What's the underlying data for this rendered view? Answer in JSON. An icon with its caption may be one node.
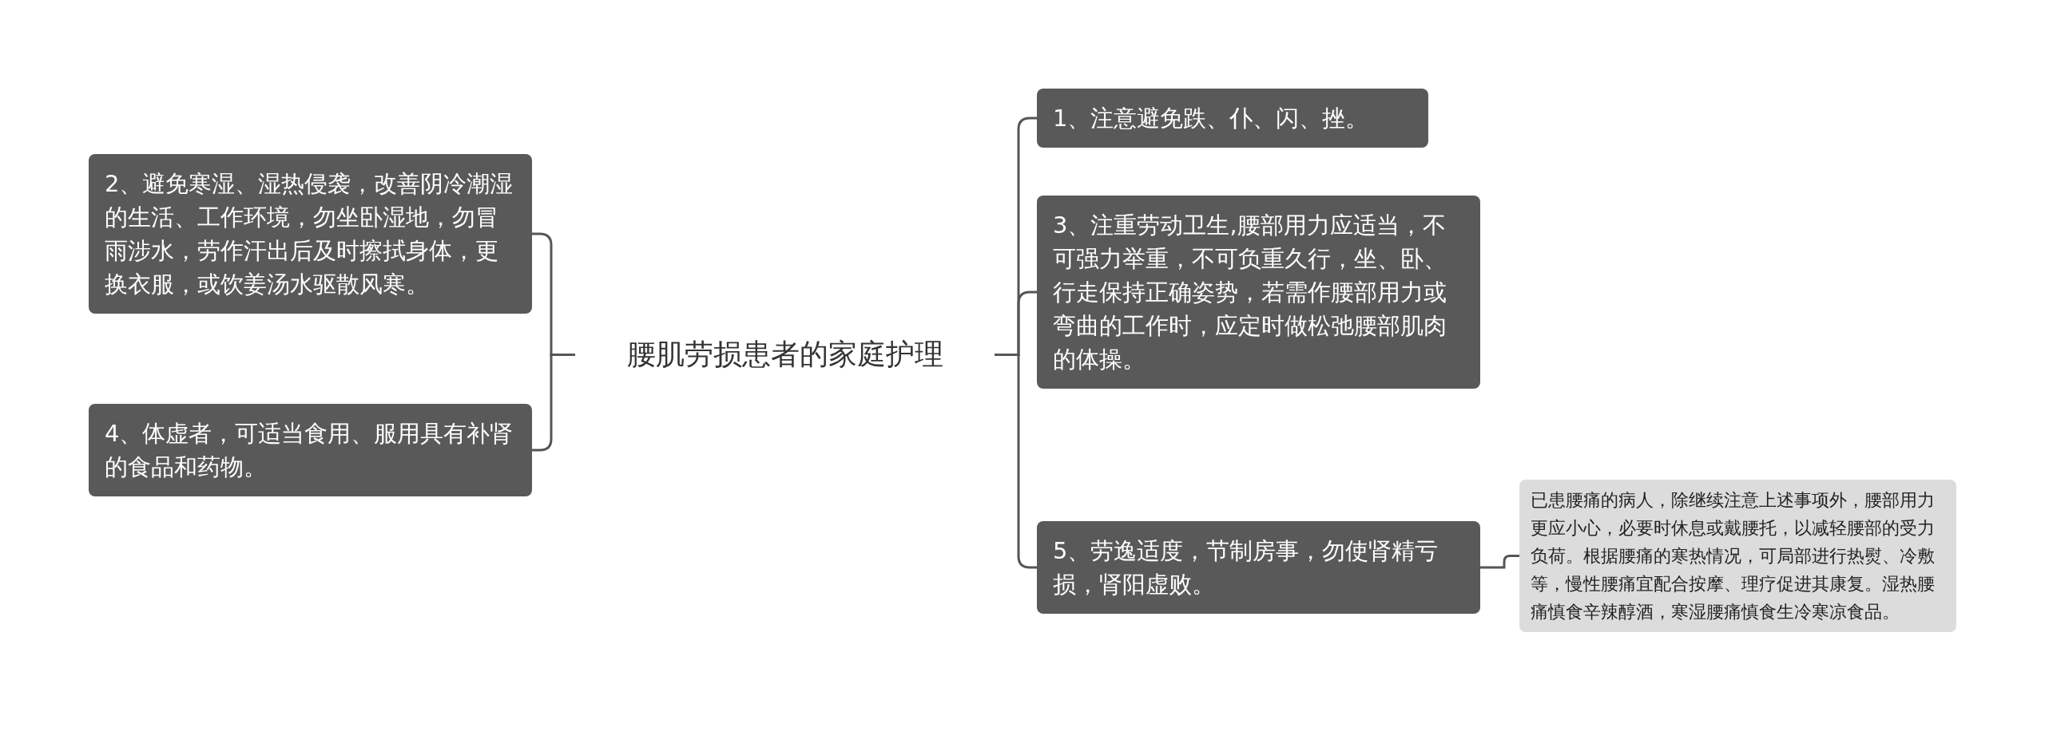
{
  "diagram": {
    "nodes": [
      {
        "text": [
          "腰肌劳损患者的家庭护理"
        ]
      },
      {
        "text": [
          "2、避免寒湿、湿热侵袭，改善阴冷潮湿的生活、工作环境，勿坐卧湿地，勿冒雨涉水，劳作汗出后及时擦拭身体，更换衣服，或饮姜汤水驱散风寒。"
        ]
      },
      {
        "text": [
          "4、体虚者，可适当食用、服用具有补肾的食品和药物。"
        ]
      },
      {
        "text": [
          "1、注意避免跌、仆、闪、挫。"
        ]
      },
      {
        "text": [
          "3、注重劳动卫生,腰部用力应适当，不可强力举重，不可负重久行，坐、卧、行走保持正确姿势，若需作腰部用力或弯曲的工作时，应定时做松弛腰部肌肉的体操。"
        ]
      },
      {
        "text": [
          "5、劳逸适度，节制房事，勿使肾精亏损，肾阳虚败。"
        ]
      },
      {
        "text": [
          "已患腰痛的病人，除继续注意上述事项外，腰部用力更应小心，必要时休息或戴腰托，以减轻腰部的受力负荷。根据腰痛的寒热情况，可局部进行热熨、冷敷等，慢性腰痛宜配合按摩、理疗促进其康复。湿热腰痛慎食辛辣醇酒，寒湿腰痛慎食生冷寒凉食品。"
        ]
      }
    ],
    "edges": [
      {
        "from": 0,
        "to": 1,
        "arrow": "none"
      },
      {
        "from": 0,
        "to": 2,
        "arrow": "none"
      },
      {
        "from": 0,
        "to": 3,
        "arrow": "none"
      },
      {
        "from": 0,
        "to": 4,
        "arrow": "none"
      },
      {
        "from": 0,
        "to": 5,
        "arrow": "none"
      },
      {
        "from": 5,
        "to": 6,
        "arrow": "none"
      }
    ]
  }
}
